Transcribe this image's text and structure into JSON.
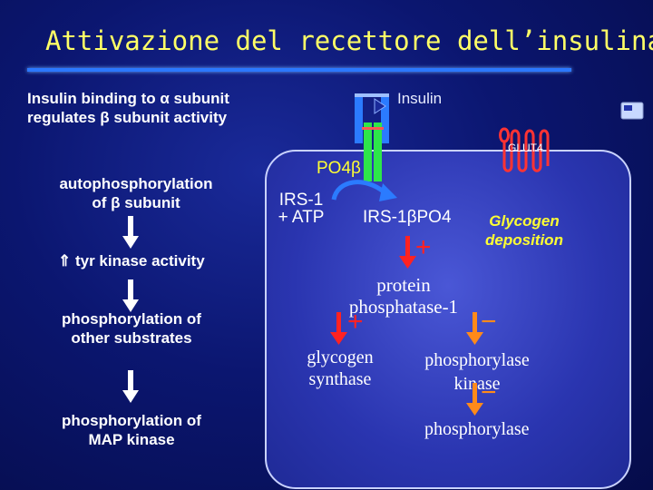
{
  "title": "Attivazione del recettore dell’insulina",
  "left_column": {
    "intro_line1": "Insulin binding to α subunit",
    "intro_line2": "regulates β subunit activity",
    "step1_line1": "autophosphorylation",
    "step1_line2": "of β subunit",
    "step2": "⇑ tyr kinase activity",
    "step3_line1": "phosphorylation of",
    "step3_line2": "other substrates",
    "step4_line1": "phosphorylation of",
    "step4_line2": "MAP kinase"
  },
  "diagram": {
    "insulin_label": "Insulin",
    "glut4_label": "GLUT4",
    "po4_beta": "PO4β",
    "irs1_line1": "IRS-1",
    "irs1_line2": "+ ATP",
    "irs1_po4": "IRS-1βPO4",
    "glycogen_line1": "Glycogen",
    "glycogen_line2": "deposition",
    "protein_line1": "protein",
    "protein_line2": "phosphatase-1",
    "glycogen_synthase_line1": "glycogen",
    "glycogen_synthase_line2": "synthase",
    "phosphorylase_kinase_line1": "phosphorylase",
    "phosphorylase_kinase_line2": "kinase",
    "phosphorylase": "phosphorylase",
    "plus_sign": "+",
    "minus_sign": "−"
  },
  "colors": {
    "title": "#ffff66",
    "accent_rule": "#2b78ff",
    "red_arrow": "#ff2222",
    "orange_arrow": "#ff8a1a",
    "receptor_green": "#2ee64a",
    "receptor_blue": "#2b7bff",
    "glut4": "#ff3333"
  }
}
